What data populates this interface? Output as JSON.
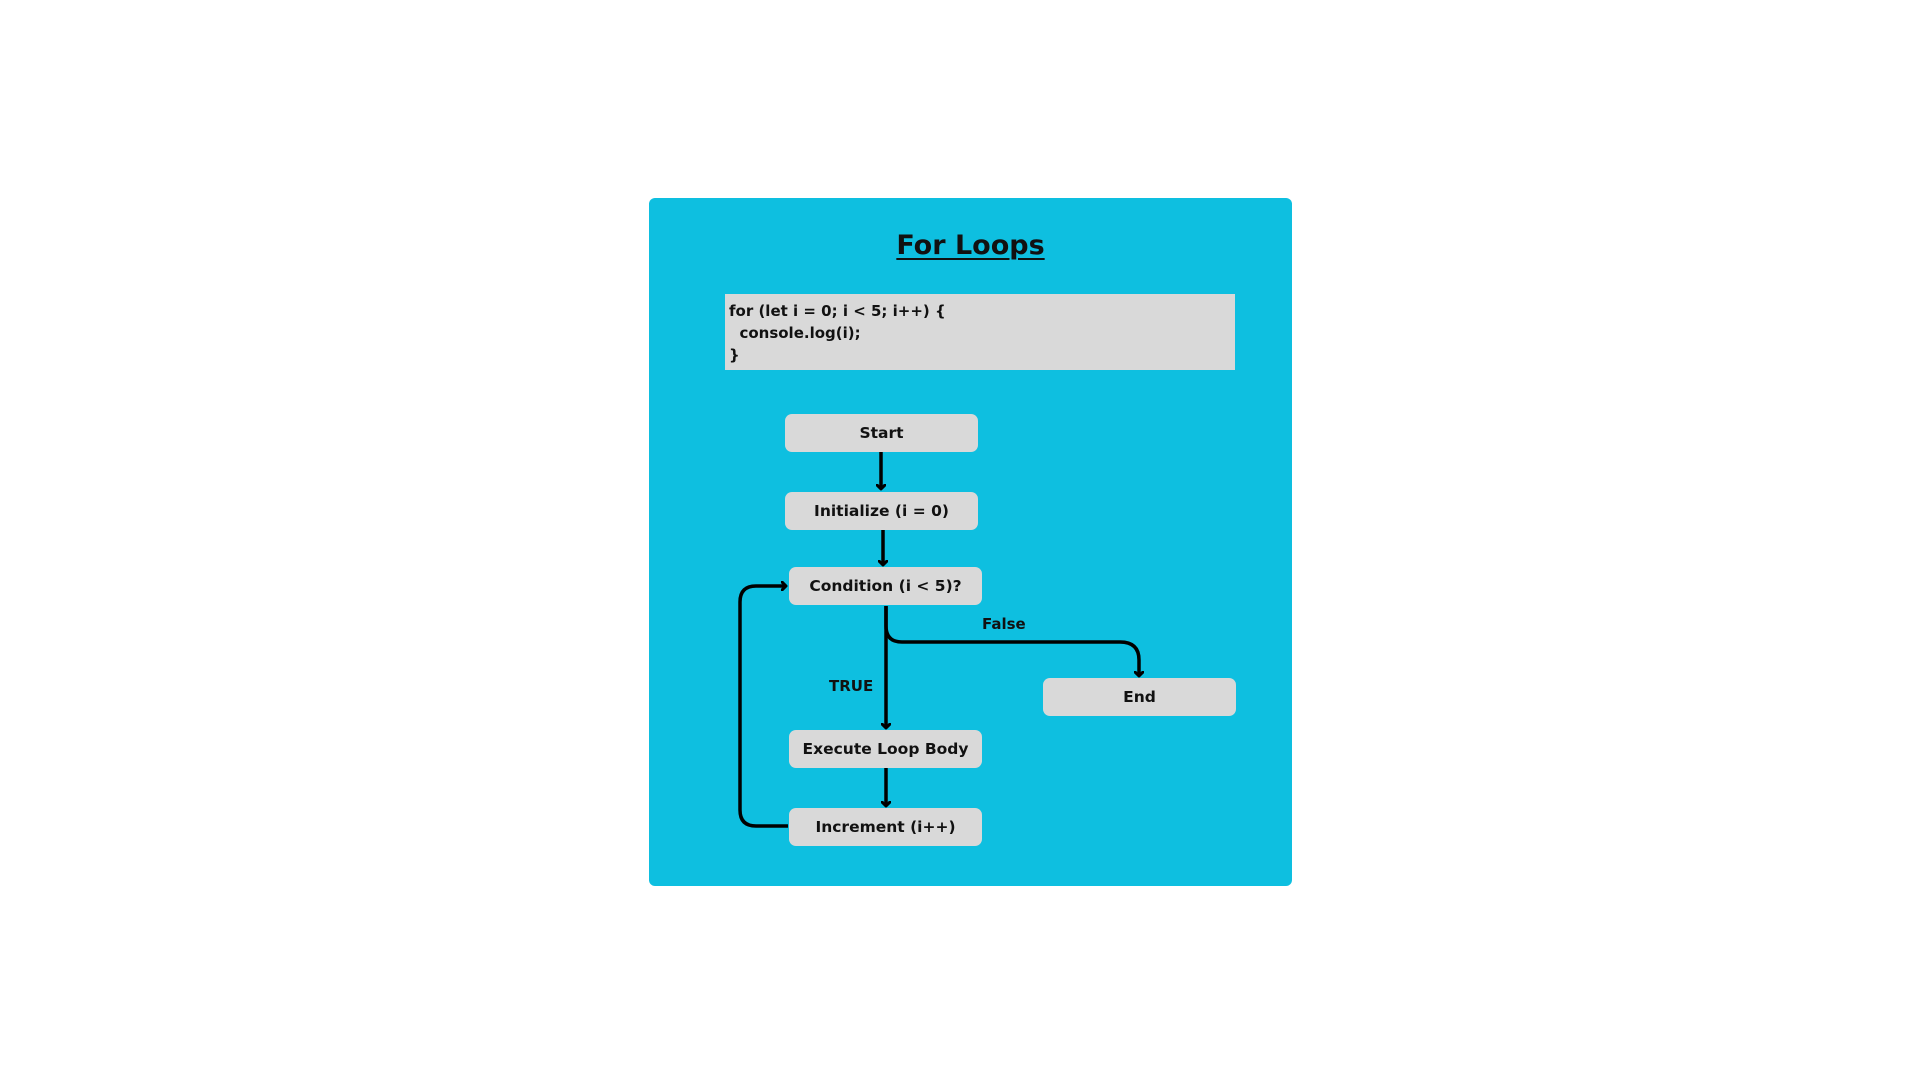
{
  "title": "For Loops",
  "code": {
    "lines": [
      "for (let i = 0; i < 5; i++) {",
      "  console.log(i);",
      "}"
    ]
  },
  "nodes": {
    "start": "Start",
    "init": "Initialize (i = 0)",
    "condition": "Condition (i < 5)?",
    "body": "Execute Loop Body",
    "increment": "Increment (i++)",
    "end": "End"
  },
  "edge_labels": {
    "true_branch": "TRUE",
    "false_branch": "False"
  },
  "colors": {
    "card_background": "#0ebfe0",
    "node_fill": "#d9d9d9",
    "code_fill": "#d9d9d9",
    "stroke": "#000000"
  }
}
